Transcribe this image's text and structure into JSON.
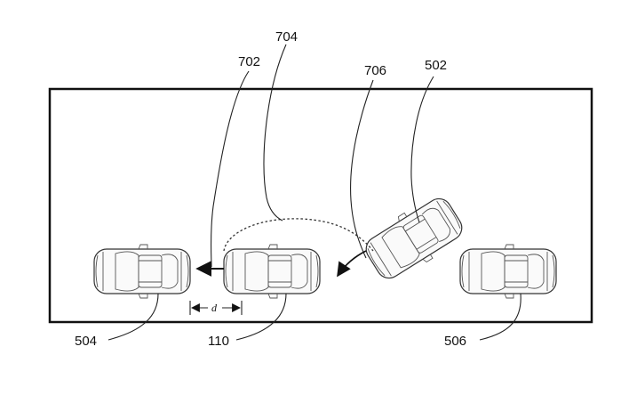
{
  "labels": {
    "l504": "504",
    "l110": "110",
    "l506": "506",
    "l502": "502",
    "l702": "702",
    "l704": "704",
    "l706": "706",
    "gap": "d"
  }
}
